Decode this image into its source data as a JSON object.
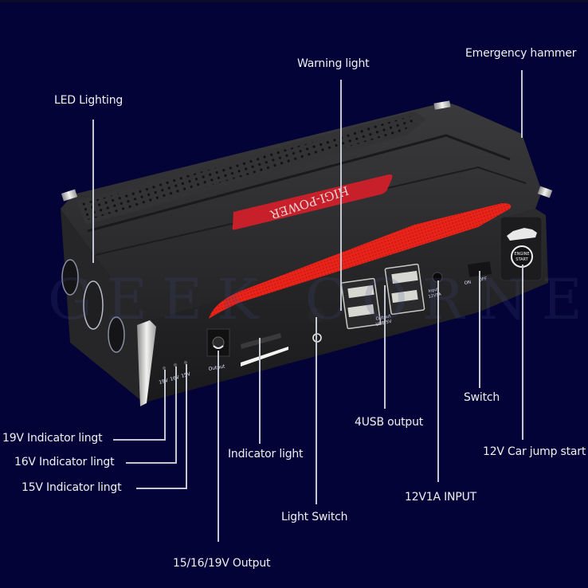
{
  "product": {
    "brand_plate": "HIGI-POWER",
    "watermark": "GEEK CORNE",
    "ports": {
      "indicator_labels": [
        "19V",
        "16V",
        "15V"
      ],
      "dc_output_label": "Output",
      "usb_label_line1": "Output",
      "usb_label_line2": "USB 5V",
      "input_label_line1": "Input",
      "input_label_line2": "12V1A",
      "switch_on": "ON",
      "switch_off": "OFF",
      "engine_start_line1": "ENGINE",
      "engine_start_line2": "START"
    },
    "colors": {
      "background": "#030338",
      "body": "#2a2a2c",
      "red_accent": "#e8231a",
      "plate_red": "#c8202a",
      "callout_line": "#c4c8d2",
      "label_text": "#eef0f4"
    }
  },
  "callouts": {
    "led_lighting": "LED Lighting",
    "warning_light": "Warning light",
    "emergency_hammer": "Emergency hammer",
    "indicator_19v": "19V Indicator lingt",
    "indicator_16v": "16V Indicator lingt",
    "indicator_15v": "15V Indicator lingt",
    "indicator_light": "Indicator light",
    "output_15_16_19": "15/16/19V Output",
    "light_switch": "Light Switch",
    "usb_output": "4USB output",
    "input_12v1a": "12V1A INPUT",
    "switch": "Switch",
    "car_jump_start": "12V Car jump start"
  }
}
